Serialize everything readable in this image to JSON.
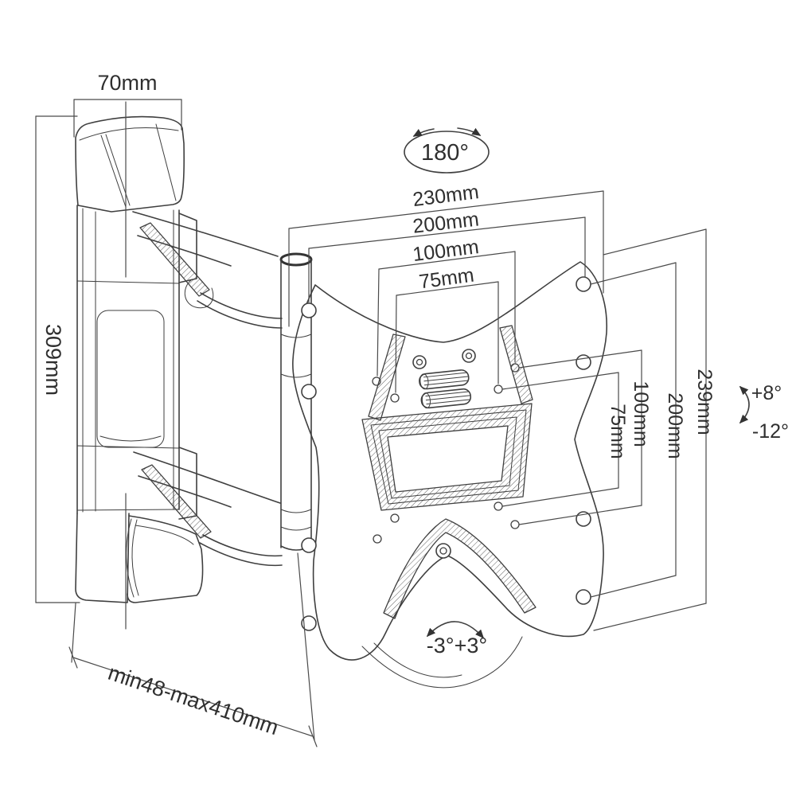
{
  "colors": {
    "background": "#ffffff",
    "line": "#3f3f3f",
    "text": "#2f2f2f"
  },
  "annotations": {
    "wall_bracket_width": "70mm",
    "wall_bracket_height": "309mm",
    "extension_range": "min48-max410mm",
    "swivel": "180°",
    "tilt_up": "+8°",
    "tilt_down": "-12°",
    "level_adjust": "-3°+3°",
    "horizontal_dims": [
      "230mm",
      "200mm",
      "100mm",
      "75mm"
    ],
    "vertical_dims": [
      "239mm",
      "200mm",
      "100mm",
      "75mm"
    ]
  }
}
